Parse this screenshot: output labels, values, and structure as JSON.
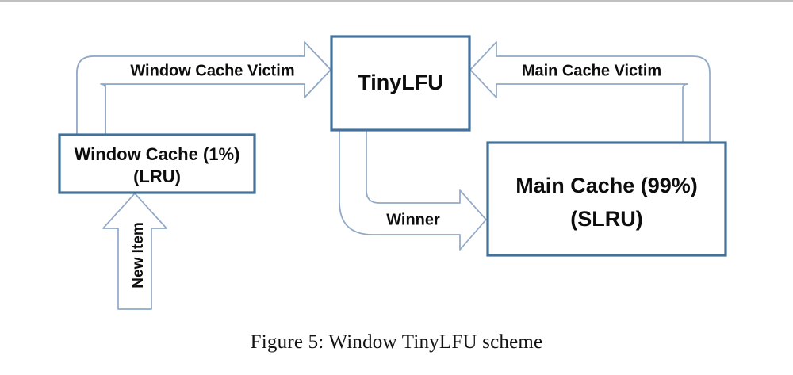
{
  "figure": {
    "caption": "Figure 5: Window TinyLFU scheme",
    "background_color": "#ffffff",
    "box_border_color": "#44719a",
    "arrow_outline_color": "#91a9c6",
    "text_color": "#0d0d0d"
  },
  "nodes": [
    {
      "id": "window-cache",
      "line1": "Window Cache (1%)",
      "line2": "(LRU)"
    },
    {
      "id": "tinylfu",
      "line1": "TinyLFU",
      "line2": ""
    },
    {
      "id": "main-cache",
      "line1": "Main Cache (99%)",
      "line2": "(SLRU)"
    }
  ],
  "flows": [
    {
      "id": "new-item",
      "label": "New Item",
      "from": "external",
      "to": "window-cache",
      "orientation": "vertical-up"
    },
    {
      "id": "window-cache-victim",
      "label": "Window Cache Victim",
      "from": "window-cache",
      "to": "tinylfu",
      "orientation": "horizontal-right"
    },
    {
      "id": "main-cache-victim",
      "label": "Main Cache Victim",
      "from": "main-cache",
      "to": "tinylfu",
      "orientation": "horizontal-left"
    },
    {
      "id": "winner",
      "label": "Winner",
      "from": "tinylfu",
      "to": "main-cache",
      "orientation": "horizontal-right"
    }
  ]
}
